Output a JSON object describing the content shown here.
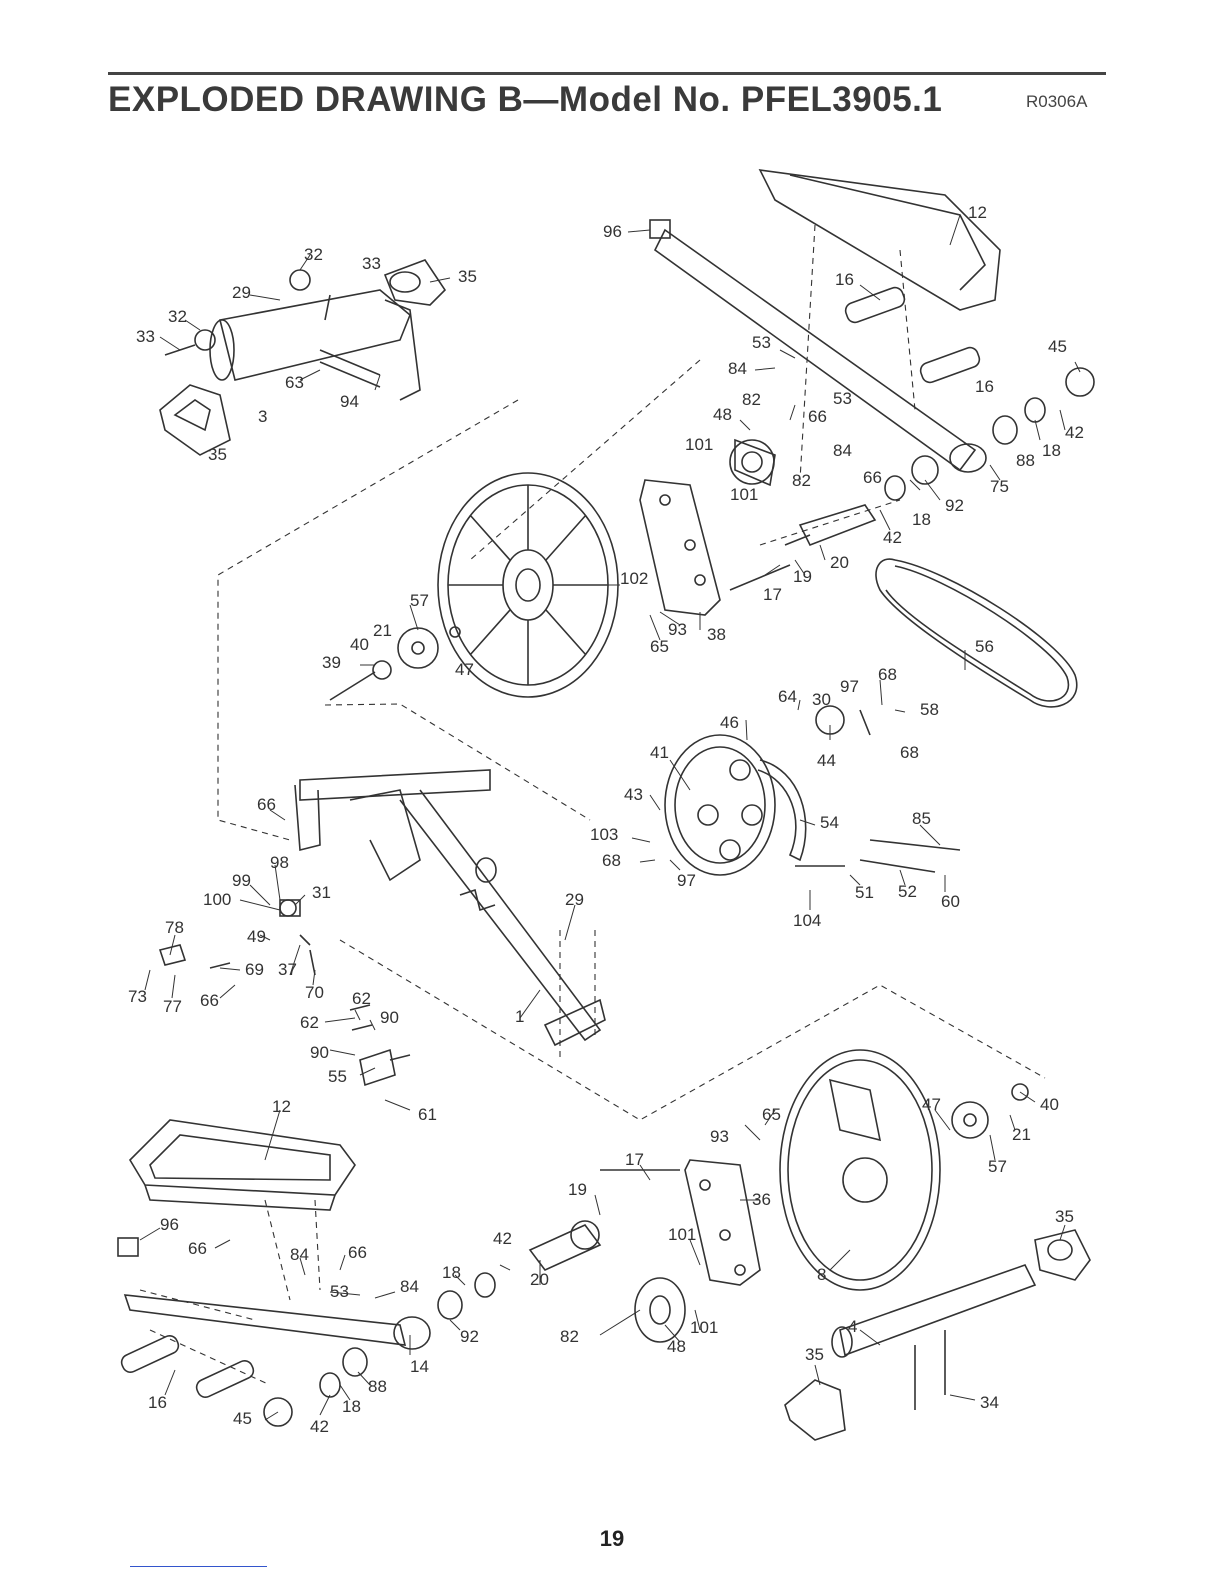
{
  "header": {
    "title": "EXPLODED DRAWING B—Model No. PFEL3905.1",
    "code": "R0306A"
  },
  "page_number": "19",
  "callouts": [
    "12",
    "96",
    "16",
    "45",
    "53",
    "84",
    "16",
    "32",
    "33",
    "29",
    "35",
    "32",
    "33",
    "63",
    "94",
    "3",
    "35",
    "82",
    "48",
    "66",
    "53",
    "101",
    "84",
    "82",
    "66",
    "101",
    "75",
    "88",
    "18",
    "42",
    "92",
    "18",
    "42",
    "20",
    "19",
    "17",
    "102",
    "57",
    "21",
    "40",
    "39",
    "47",
    "93",
    "65",
    "38",
    "56",
    "68",
    "97",
    "30",
    "64",
    "58",
    "46",
    "68",
    "41",
    "44",
    "43",
    "54",
    "85",
    "103",
    "68",
    "97",
    "51",
    "52",
    "60",
    "104",
    "66",
    "98",
    "99",
    "31",
    "100",
    "78",
    "49",
    "69",
    "37",
    "73",
    "77",
    "66",
    "70",
    "29",
    "62",
    "90",
    "62",
    "1",
    "90",
    "55",
    "61",
    "12",
    "96",
    "66",
    "84",
    "66",
    "53",
    "84",
    "18",
    "42",
    "20",
    "19",
    "17",
    "65",
    "93",
    "36",
    "101",
    "101",
    "82",
    "48",
    "92",
    "14",
    "88",
    "18",
    "16",
    "45",
    "42",
    "47",
    "40",
    "21",
    "57",
    "35",
    "8",
    "4",
    "35",
    "34"
  ]
}
